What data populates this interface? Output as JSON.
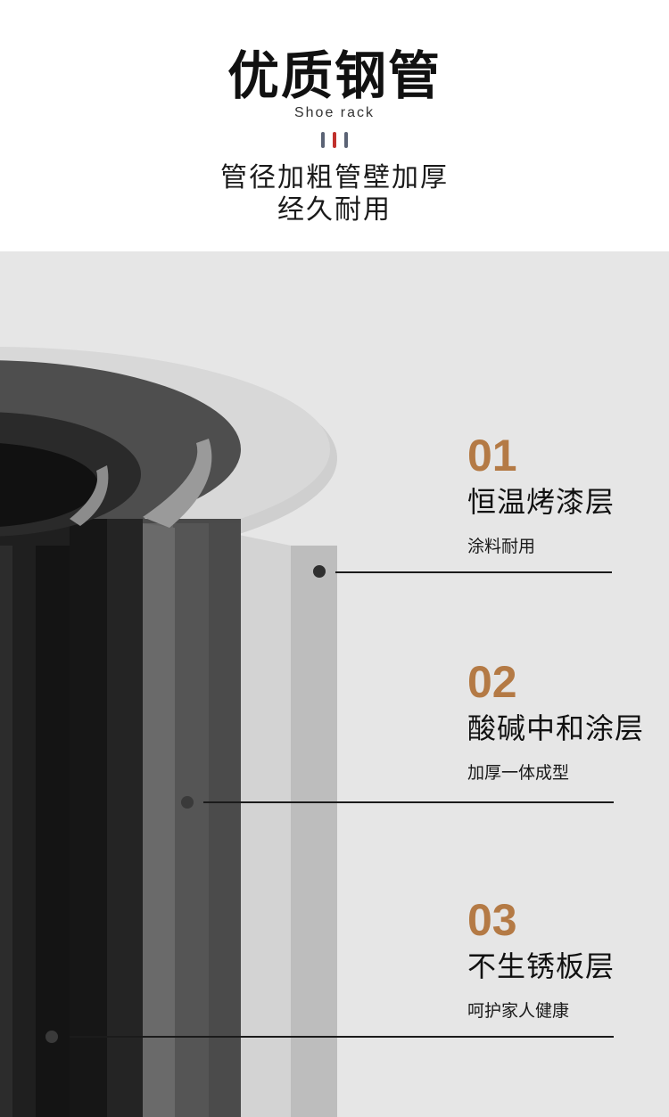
{
  "header": {
    "title": "优质钢管",
    "subtitle": "Shoe rack",
    "desc_line1": "管径加粗管壁加厚",
    "desc_line2": "经久耐用"
  },
  "colors": {
    "accent_number": "#b47a45",
    "bar_gray": "#5b6375",
    "bar_red": "#c0302c",
    "panel_bg": "#e6e6e6"
  },
  "layers": [
    {
      "number": "01",
      "name": "恒温烤漆层",
      "sub": "涂料耐用"
    },
    {
      "number": "02",
      "name": "酸碱中和涂层",
      "sub": "加厚一体成型"
    },
    {
      "number": "03",
      "name": "不生锈板层",
      "sub": "呵护家人健康"
    }
  ]
}
